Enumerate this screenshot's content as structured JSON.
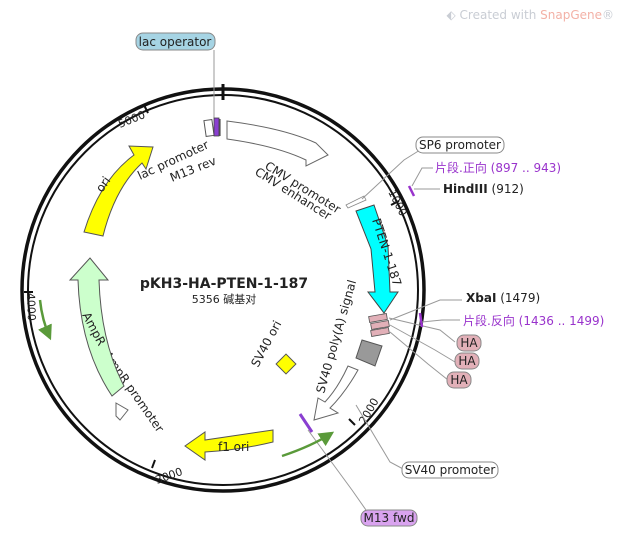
{
  "watermark": {
    "prefix": "Created with ",
    "brand": "SnapGene",
    "reg": "®"
  },
  "plasmid": {
    "name": "pKH3-HA-PTEN-1-187",
    "size_label": "5356 碱基对"
  },
  "ticks": {
    "t1000": "1000",
    "t2000": "2000",
    "t3000": "3000",
    "t4000": "4000",
    "t5000": "5000"
  },
  "features": {
    "lac_operator": "lac operator",
    "lac_promoter": "lac promoter",
    "m13_rev": "M13 rev",
    "cmv_promoter": "CMV promoter",
    "cmv_enhancer": "CMV enhancer",
    "pten": "PTEN-1-187",
    "sv40_polya": "SV40 poly(A) signal",
    "sv40_ori": "SV40 ori",
    "sv40_promoter": "SV40 promoter",
    "m13_fwd": "M13 fwd",
    "f1_ori": "f1 ori",
    "ampr": "AmpR",
    "ampr_promoter": "AmpR promoter",
    "ori": "ori",
    "sp6_promoter": "SP6 promoter",
    "ha1": "HA",
    "ha2": "HA",
    "ha3": "HA"
  },
  "sites": {
    "fwd_name": "片段.正向",
    "fwd_range": "(897 .. 943)",
    "hind_name": "HindIII",
    "hind_pos": "(912)",
    "xba_name": "XbaI",
    "xba_pos": "(1479)",
    "rev_name": "片段.反向",
    "rev_range": "(1436 .. 1499)"
  },
  "colors": {
    "backbone": "#111111",
    "ori": "#ffff00",
    "ampr": "#ccffcc",
    "pten": "#00ffff",
    "primer": "#9933cc",
    "lac_operator_box": "#a6d4e4",
    "m13_fwd_box": "#d9a3ef",
    "ha_box": "#e2b0b8",
    "sv40_ori_box": "#ffff00",
    "polya_box": "#999999"
  }
}
